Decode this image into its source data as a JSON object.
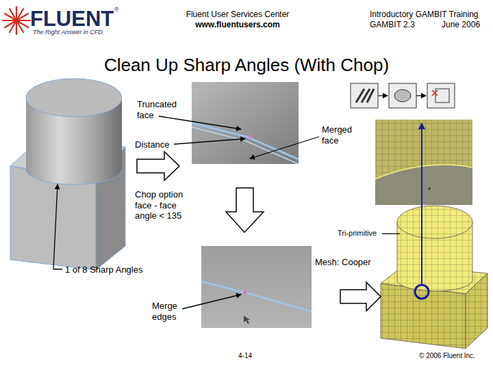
{
  "diagram": {
    "title": "Clean Up Sharp Angles (With Chop)",
    "labels": [
      "FLUENT",
      "®",
      "The Right Answer in CFD",
      "Fluent User Services Center",
      "www.fluentusers.com",
      "Introductory GAMBIT Training",
      "GAMBIT 2.3",
      "June 2006",
      "Truncated face",
      "Distance",
      "Merged face",
      "Chop option face - face angle < 135",
      "Tri-primitive",
      "Mesh: Cooper",
      "1 of 8 Sharp Angles",
      "Merge edges",
      "4-14",
      "© 2006 Fluent Inc."
    ]
  }
}
